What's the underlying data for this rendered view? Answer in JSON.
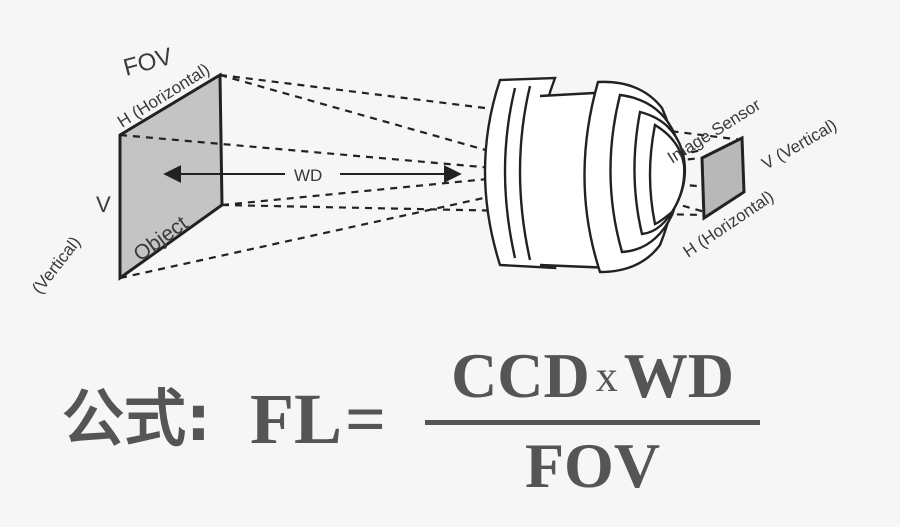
{
  "diagram": {
    "fov_label": "FOV",
    "object_h_label": "H (Horizontal)",
    "object_v_label": "V",
    "object_v_sub": "(Vertical)",
    "object_label": "Object",
    "wd_label": "WD",
    "sensor_label": "Image Sensor",
    "sensor_v_label": "V (Vertical)",
    "sensor_h_label": "H (Horizontal)",
    "colors": {
      "plane_fill": "#c4c4c4",
      "line": "#222222",
      "lens_fill": "#ffffff"
    }
  },
  "formula": {
    "prefix": "公式:",
    "lhs": "FL",
    "equals": "=",
    "numerator_left": "CCD",
    "times": "x",
    "numerator_right": "WD",
    "denominator": "FOV"
  }
}
